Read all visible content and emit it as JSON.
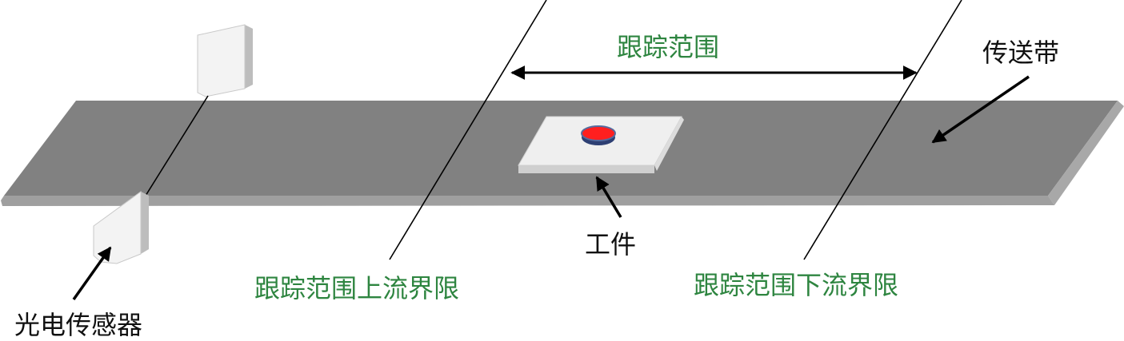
{
  "labels": {
    "tracking_range": "跟踪范围",
    "conveyor": "传送带",
    "workpiece": "工件",
    "upstream_limit": "跟踪范围上流界限",
    "downstream_limit": "跟踪范围下流界限",
    "photo_sensor": "光电传感器"
  },
  "colors": {
    "belt_top": "#818181",
    "belt_front": "#9f9f9f",
    "belt_side": "#a8a8a8",
    "sensor_face": "#f3f3f3",
    "sensor_top": "#d9d9d9",
    "sensor_side": "#bdbdbd",
    "plate_top": "#efefef",
    "plate_front": "#cfcfcf",
    "disc_red": "#ff1f1f",
    "disc_rim": "#2d3f73",
    "label_green": "#2e8540",
    "label_black": "#111111",
    "line": "#000000"
  }
}
